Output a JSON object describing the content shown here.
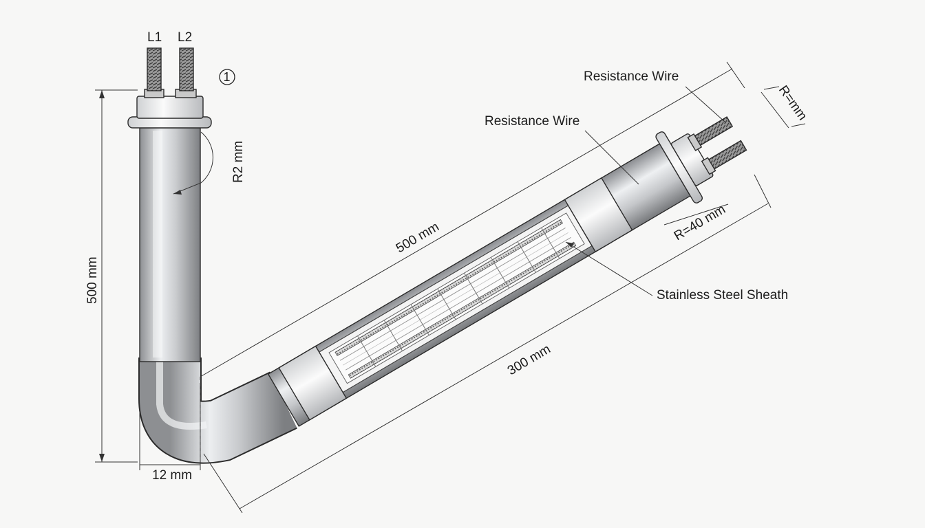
{
  "terminals": {
    "left": "L1",
    "right": "L2"
  },
  "symbol": {
    "circled": "1"
  },
  "dimensions": {
    "vertical_length": "500 mm",
    "bend_radius": "R2 mm",
    "tube_diameter": "12 mm",
    "diagonal_overall": "500 mm",
    "diagonal_body": "300 mm",
    "end_radius": "R=40 mm",
    "end_radius_short": "R=mm"
  },
  "callouts": {
    "resistance_wire_top": "Resistance Wire",
    "resistance_wire_mid": "Resistance Wire",
    "sheath": "Stainless Steel Sheath"
  },
  "colors": {
    "background": "#f7f7f6",
    "steel_dark": "#8d8f92",
    "steel_light": "#eceef0",
    "line": "#2b2b2b"
  }
}
